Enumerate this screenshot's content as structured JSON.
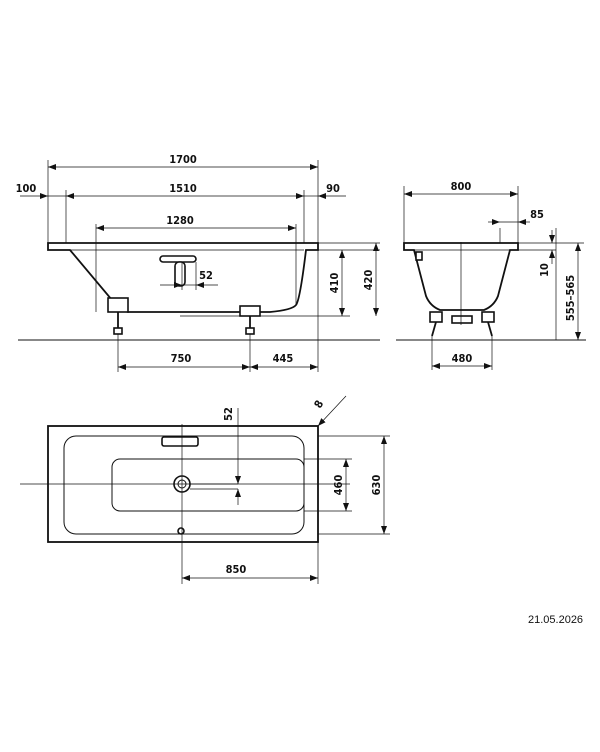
{
  "side_view": {
    "total_length": "1700",
    "left_rim": "100",
    "inner_length": "1510",
    "right_rim": "90",
    "bottom_length": "1280",
    "handle_offset": "52",
    "height_inner": "410",
    "height_total": "420",
    "foot_spacing": "750",
    "foot_offset": "445"
  },
  "end_view": {
    "width": "800",
    "rim_width": "85",
    "rim_thickness": "10",
    "height_range": "555–565",
    "foot_width": "480"
  },
  "plan_view": {
    "overflow_offset": "52",
    "corner_radius": "8",
    "inner_width": "460",
    "total_width": "630",
    "drain_position": "850"
  },
  "date": "21.05.2026"
}
